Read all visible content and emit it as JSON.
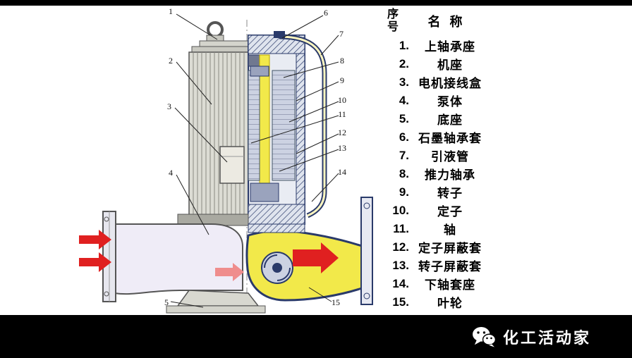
{
  "page": {
    "background": "#ffffff",
    "bar_color": "#000000"
  },
  "colors": {
    "discharge_yellow": "#f2e94a",
    "casing_blue": "#2a3a6a",
    "flow_arrow_red": "#e02020",
    "flow_arrow_pink": "#ef8d8d",
    "metal_gray": "#d8d8d0"
  },
  "callouts": [
    "1",
    "2",
    "3",
    "4",
    "5",
    "6",
    "7",
    "8",
    "9",
    "10",
    "11",
    "12",
    "13",
    "14",
    "15"
  ],
  "legend": {
    "header": {
      "num": "序号",
      "name": "名 称"
    },
    "items": [
      {
        "num": "1.",
        "name": "上轴承座"
      },
      {
        "num": "2.",
        "name": "机座"
      },
      {
        "num": "3.",
        "name": "电机接线盒"
      },
      {
        "num": "4.",
        "name": "泵体"
      },
      {
        "num": "5.",
        "name": "底座"
      },
      {
        "num": "6.",
        "name": "石墨轴承套"
      },
      {
        "num": "7.",
        "name": "引液管"
      },
      {
        "num": "8.",
        "name": "推力轴承"
      },
      {
        "num": "9.",
        "name": "转子"
      },
      {
        "num": "10.",
        "name": "定子"
      },
      {
        "num": "11.",
        "name": "轴"
      },
      {
        "num": "12.",
        "name": "定子屏蔽套"
      },
      {
        "num": "13.",
        "name": "转子屏蔽套"
      },
      {
        "num": "14.",
        "name": "下轴套座"
      },
      {
        "num": "15.",
        "name": "叶轮"
      }
    ]
  },
  "footer": {
    "brand": "化工活动家",
    "logo": "wechat-icon"
  }
}
